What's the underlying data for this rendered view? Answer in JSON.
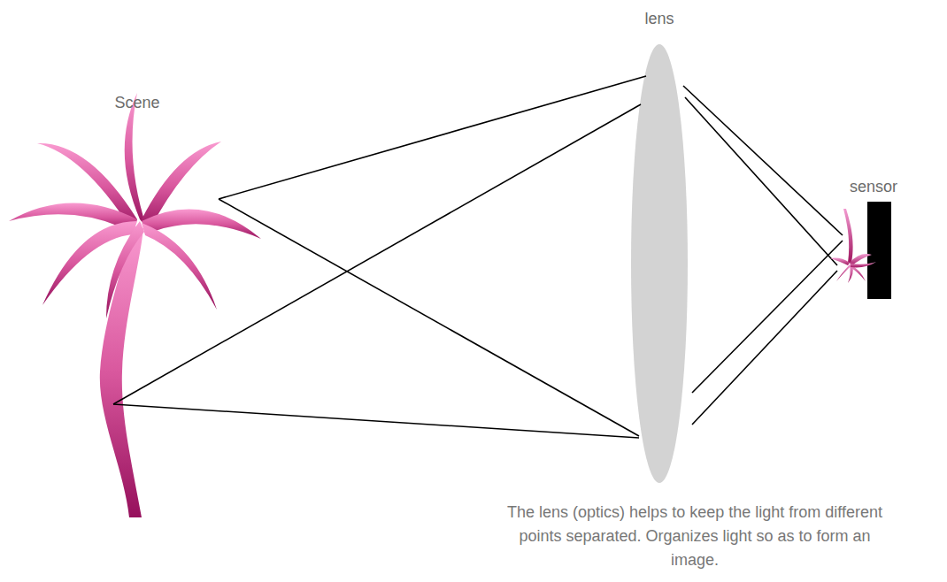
{
  "diagram": {
    "labels": [
      "Scene",
      "lens",
      "sensor",
      "The lens (optics) helps to keep the light from different points separated. Organizes light so as to form an image."
    ]
  }
}
